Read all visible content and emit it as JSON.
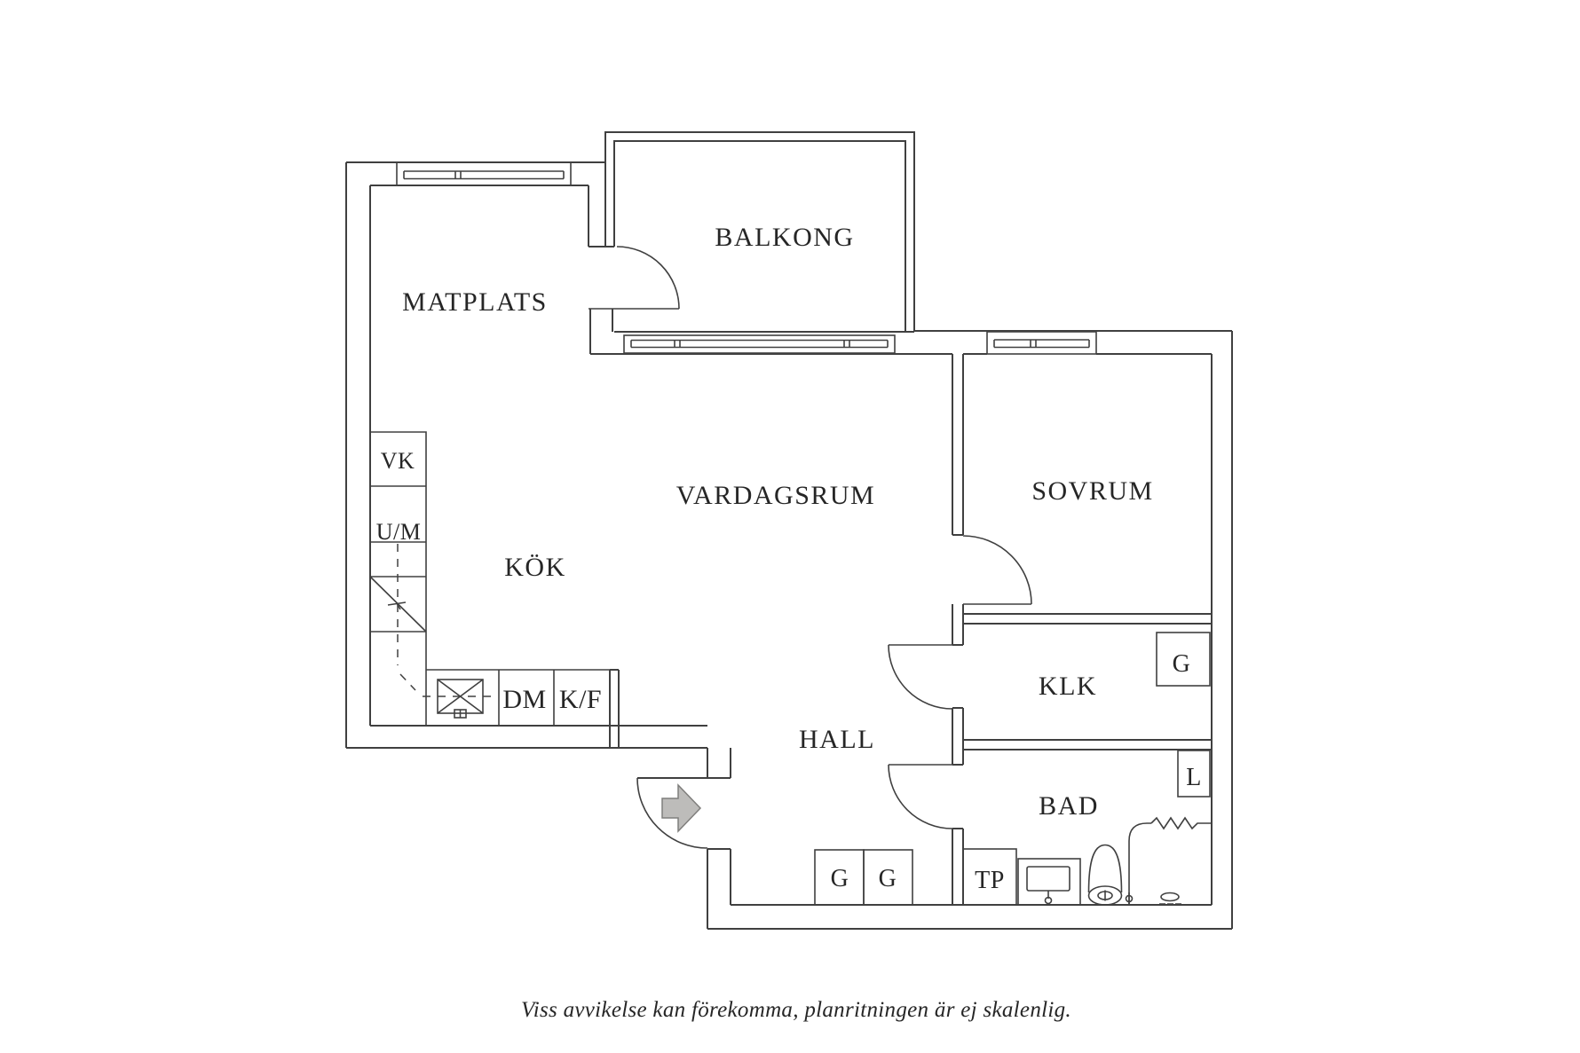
{
  "floorplan": {
    "rooms": {
      "balkong": "BALKONG",
      "matplats": "MATPLATS",
      "vardagsrum": "VARDAGSRUM",
      "sovrum": "SOVRUM",
      "kok": "KÖK",
      "hall": "HALL",
      "klk": "KLK",
      "bad": "BAD"
    },
    "fixtures": {
      "vk": "VK",
      "um": "U/M",
      "dm": "DM",
      "kf": "K/F",
      "g_klk": "G",
      "g_hall_1": "G",
      "g_hall_2": "G",
      "tp": "TP",
      "l": "L"
    },
    "caption": "Viss avvikelse kan förekomma, planritningen är ej skalenlig.",
    "colors": {
      "line": "#404040",
      "text": "#262626",
      "arrow_fill": "#bdbcba",
      "arrow_stroke": "#7f7e7c",
      "background": "#ffffff"
    }
  }
}
